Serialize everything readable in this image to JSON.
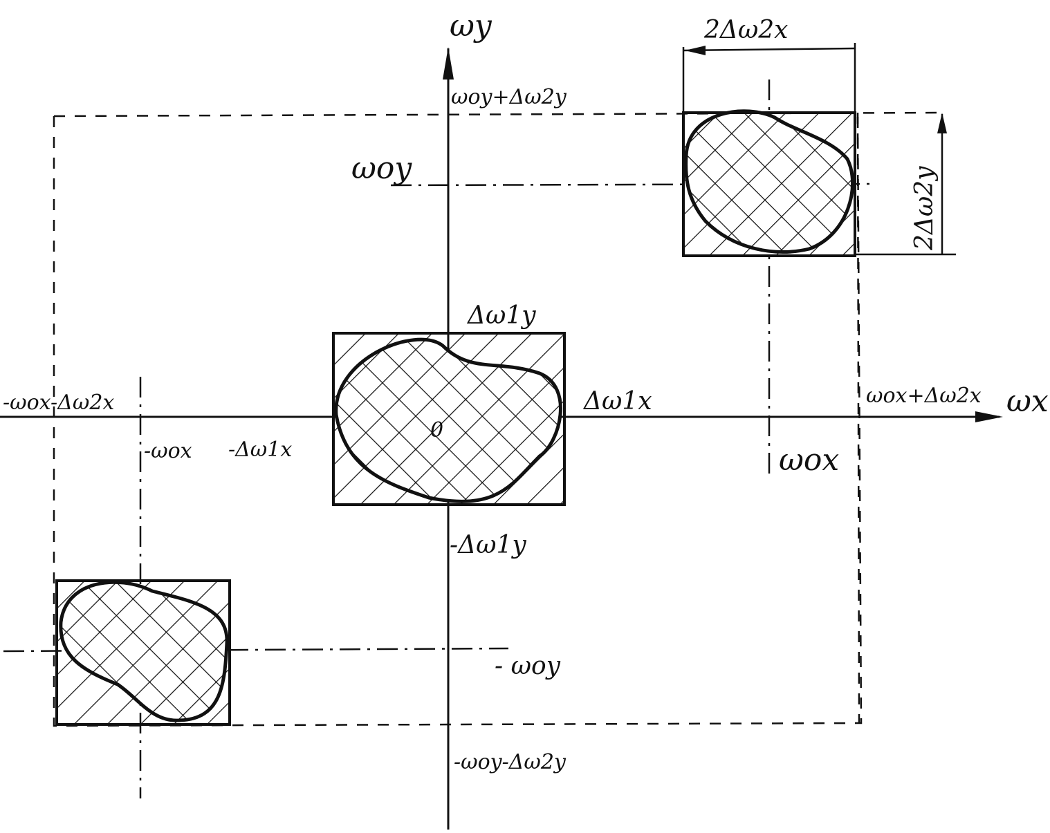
{
  "axes": {
    "x_label": "ωx",
    "y_label": "ωy",
    "origin_label": "0"
  },
  "labels": {
    "top_dashed": "ωoy+Δω2y",
    "bottom_dashed": "-ωoy-Δω2y",
    "left_dashed": "-ωox-Δω2x",
    "right_dashed": "ωox+Δω2x",
    "w_oy": "ωoy",
    "neg_w_oy": "- ωoy",
    "w_ox": "ωox",
    "neg_w_ox": "-ωox",
    "d1y": "Δω1y",
    "neg_d1y": "-Δω1y",
    "d1x": "Δω1x",
    "neg_d1x": "-Δω1x",
    "width_2x": "2Δω2x",
    "height_2y": "2Δω2y"
  },
  "colors": {
    "ink": "#111111",
    "paper": "#ffffff"
  }
}
